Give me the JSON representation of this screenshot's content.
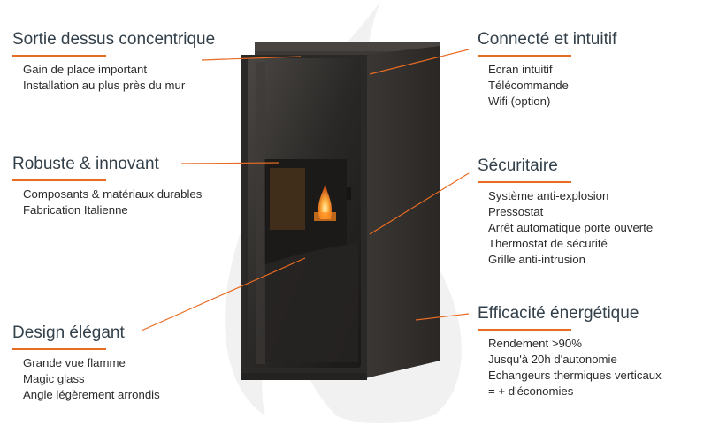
{
  "colors": {
    "accent": "#e86b22",
    "heading": "#33404a",
    "stove_body": "#2f2c2a",
    "flame_bg": "#f1f1f1"
  },
  "features_left": [
    {
      "id": "sortie",
      "title": "Sortie dessus concentrique",
      "items": [
        "Gain de place important",
        "Installation au plus près du mur"
      ]
    },
    {
      "id": "robuste",
      "title": "Robuste & innovant",
      "items": [
        "Composants & matériaux durables",
        "Fabrication Italienne"
      ]
    },
    {
      "id": "design",
      "title": "Design élégant",
      "items": [
        "Grande vue flamme",
        "Magic glass",
        "Angle légèrement arrondis"
      ]
    }
  ],
  "features_right": [
    {
      "id": "connecte",
      "title": "Connecté et intuitif",
      "items": [
        "Ecran intuitif",
        "Télécommande",
        "Wifi (option)"
      ]
    },
    {
      "id": "secu",
      "title": "Sécuritaire",
      "items": [
        "Système anti-explosion",
        "Pressostat",
        "Arrêt automatique porte ouverte",
        "Thermostat de sécurité",
        "Grille anti-intrusion"
      ]
    },
    {
      "id": "effic",
      "title": "Efficacité énergétique",
      "items": [
        "Rendement >90%",
        "Jusqu'à 20h d'autonomie",
        "Echangeurs thermiques verticaux",
        "= + d'économies"
      ]
    }
  ]
}
